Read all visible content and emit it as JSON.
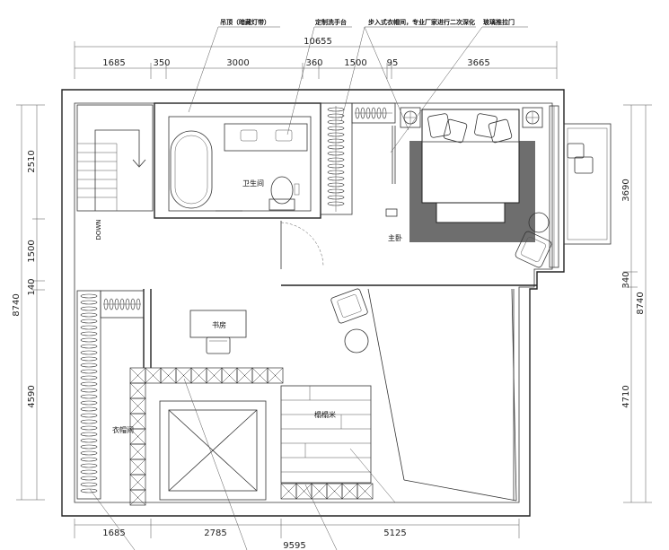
{
  "annotations": {
    "ceiling": "吊顶（暗藏灯带）",
    "vanity": "定制洗手台",
    "walkin": "步入式衣帽间，专业厂家进行二次深化",
    "glass_door": "玻璃推拉门"
  },
  "rooms": {
    "bathroom": "卫生间",
    "master_bedroom": "主卧",
    "study": "书房",
    "wardrobe": "衣帽间",
    "tatami": "榻榻米",
    "stair_down": "DOWN"
  },
  "dimensions": {
    "top_total": "10655",
    "top_segments": [
      "1685",
      "350",
      "3000",
      "360",
      "1500",
      "95",
      "3665"
    ],
    "left_total": "8740",
    "left_segments": [
      "2510",
      "1500",
      "140",
      "4590"
    ],
    "right_total": "8740",
    "right_segments": [
      "3690",
      "340",
      "4710"
    ],
    "bottom_total": "9595",
    "bottom_segments": [
      "1685",
      "2785",
      "5125"
    ]
  },
  "colors": {
    "line": "#222222",
    "rug": "#6e6e6e",
    "bed": "#ffffff"
  }
}
